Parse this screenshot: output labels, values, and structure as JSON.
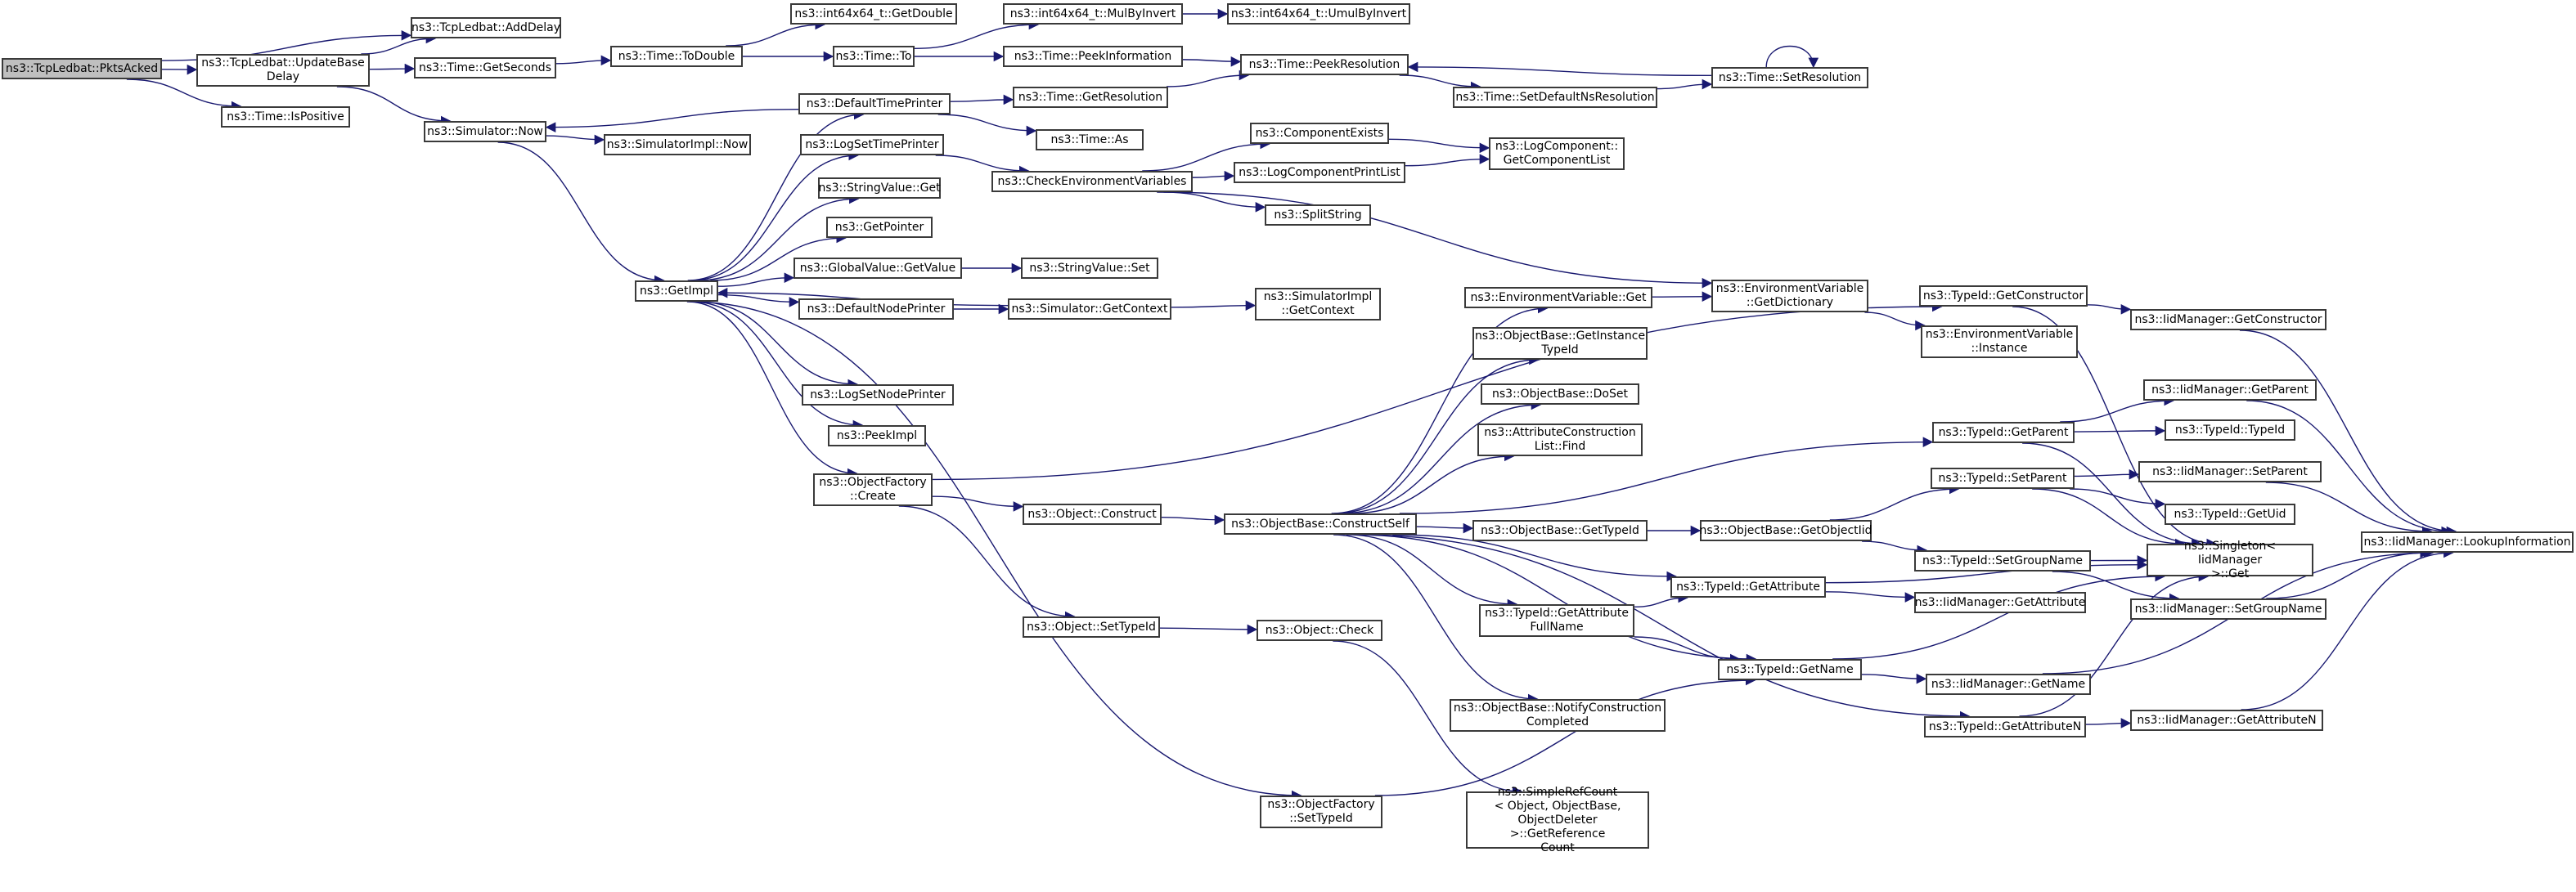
{
  "diagram": {
    "type": "call-graph",
    "root": "n1",
    "nodes": [
      {
        "id": "n1",
        "label": "ns3::TcpLedbat::PktsAcked"
      },
      {
        "id": "n2",
        "label": "ns3::TcpLedbat::AddDelay"
      },
      {
        "id": "n3",
        "label": "ns3::TcpLedbat::UpdateBase\nDelay"
      },
      {
        "id": "n4",
        "label": "ns3::Time::IsPositive"
      },
      {
        "id": "n5",
        "label": "ns3::Time::GetSeconds"
      },
      {
        "id": "n6",
        "label": "ns3::Simulator::Now"
      },
      {
        "id": "n7",
        "label": "ns3::Time::ToDouble"
      },
      {
        "id": "n8",
        "label": "ns3::int64x64_t::GetDouble"
      },
      {
        "id": "n9",
        "label": "ns3::Time::To"
      },
      {
        "id": "n10",
        "label": "ns3::int64x64_t::MulByInvert"
      },
      {
        "id": "n11",
        "label": "ns3::int64x64_t::UmulByInvert"
      },
      {
        "id": "n12",
        "label": "ns3::Time::PeekInformation"
      },
      {
        "id": "n13",
        "label": "ns3::Time::PeekResolution"
      },
      {
        "id": "n14",
        "label": "ns3::Time::SetResolution"
      },
      {
        "id": "n15",
        "label": "ns3::Time::SetDefaultNsResolution"
      },
      {
        "id": "n16",
        "label": "ns3::DefaultTimePrinter"
      },
      {
        "id": "n17",
        "label": "ns3::Time::GetResolution"
      },
      {
        "id": "n18",
        "label": "ns3::Time::As"
      },
      {
        "id": "n19",
        "label": "ns3::SimulatorImpl::Now"
      },
      {
        "id": "n20",
        "label": "ns3::GetImpl"
      },
      {
        "id": "n21",
        "label": "ns3::LogSetTimePrinter"
      },
      {
        "id": "n22",
        "label": "ns3::CheckEnvironmentVariables"
      },
      {
        "id": "n23",
        "label": "ns3::ComponentExists"
      },
      {
        "id": "n24",
        "label": "ns3::LogComponentPrintList"
      },
      {
        "id": "n25",
        "label": "ns3::LogComponent::\nGetComponentList"
      },
      {
        "id": "n26",
        "label": "ns3::SplitString"
      },
      {
        "id": "n27",
        "label": "ns3::StringValue::Get"
      },
      {
        "id": "n28",
        "label": "ns3::GetPointer"
      },
      {
        "id": "n29",
        "label": "ns3::GlobalValue::GetValue"
      },
      {
        "id": "n30",
        "label": "ns3::StringValue::Set"
      },
      {
        "id": "n31",
        "label": "ns3::DefaultNodePrinter"
      },
      {
        "id": "n32",
        "label": "ns3::Simulator::GetContext"
      },
      {
        "id": "n33",
        "label": "ns3::SimulatorImpl\n::GetContext"
      },
      {
        "id": "n34",
        "label": "ns3::LogSetNodePrinter"
      },
      {
        "id": "n35",
        "label": "ns3::PeekImpl"
      },
      {
        "id": "n36",
        "label": "ns3::ObjectFactory\n::Create"
      },
      {
        "id": "n37",
        "label": "ns3::Object::Construct"
      },
      {
        "id": "n38",
        "label": "ns3::ObjectBase::ConstructSelf"
      },
      {
        "id": "n39",
        "label": "ns3::Object::SetTypeId"
      },
      {
        "id": "n40",
        "label": "ns3::Object::Check"
      },
      {
        "id": "n41",
        "label": "ns3::ObjectFactory\n::SetTypeId"
      },
      {
        "id": "n42",
        "label": "ns3::EnvironmentVariable::Get"
      },
      {
        "id": "n43",
        "label": "ns3::EnvironmentVariable\n::GetDictionary"
      },
      {
        "id": "n44",
        "label": "ns3::EnvironmentVariable\n::Instance"
      },
      {
        "id": "n45",
        "label": "ns3::ObjectBase::GetInstance\nTypeId"
      },
      {
        "id": "n46",
        "label": "ns3::ObjectBase::DoSet"
      },
      {
        "id": "n47",
        "label": "ns3::AttributeConstruction\nList::Find"
      },
      {
        "id": "n48",
        "label": "ns3::ObjectBase::GetTypeId"
      },
      {
        "id": "n49",
        "label": "ns3::ObjectBase::GetObjectIid"
      },
      {
        "id": "n50",
        "label": "ns3::TypeId::GetAttribute\nFullName"
      },
      {
        "id": "n51",
        "label": "ns3::ObjectBase::NotifyConstruction\nCompleted"
      },
      {
        "id": "n52",
        "label": "ns3::SimpleRefCount\n< Object, ObjectBase,\nObjectDeleter >::GetReference\nCount"
      },
      {
        "id": "n53",
        "label": "ns3::TypeId::GetConstructor"
      },
      {
        "id": "n54",
        "label": "ns3::IidManager::GetConstructor"
      },
      {
        "id": "n55",
        "label": "ns3::TypeId::GetParent"
      },
      {
        "id": "n56",
        "label": "ns3::IidManager::GetParent"
      },
      {
        "id": "n57",
        "label": "ns3::TypeId::TypeId"
      },
      {
        "id": "n58",
        "label": "ns3::TypeId::SetParent"
      },
      {
        "id": "n59",
        "label": "ns3::IidManager::SetParent"
      },
      {
        "id": "n60",
        "label": "ns3::TypeId::GetUid"
      },
      {
        "id": "n61",
        "label": "ns3::TypeId::SetGroupName"
      },
      {
        "id": "n62",
        "label": "ns3::Singleton< IidManager\n>::Get"
      },
      {
        "id": "n63",
        "label": "ns3::TypeId::GetAttribute"
      },
      {
        "id": "n64",
        "label": "ns3::IidManager::GetAttribute"
      },
      {
        "id": "n65",
        "label": "ns3::IidManager::SetGroupName"
      },
      {
        "id": "n66",
        "label": "ns3::TypeId::GetName"
      },
      {
        "id": "n67",
        "label": "ns3::IidManager::GetName"
      },
      {
        "id": "n68",
        "label": "ns3::TypeId::GetAttributeN"
      },
      {
        "id": "n69",
        "label": "ns3::IidManager::GetAttributeN"
      },
      {
        "id": "n70",
        "label": "ns3::IidManager::LookupInformation"
      }
    ],
    "edges": [
      [
        "n1",
        "n2"
      ],
      [
        "n1",
        "n3"
      ],
      [
        "n1",
        "n4"
      ],
      [
        "n3",
        "n2"
      ],
      [
        "n3",
        "n5"
      ],
      [
        "n3",
        "n6"
      ],
      [
        "n5",
        "n7"
      ],
      [
        "n7",
        "n8"
      ],
      [
        "n7",
        "n9"
      ],
      [
        "n9",
        "n10"
      ],
      [
        "n9",
        "n12"
      ],
      [
        "n10",
        "n11"
      ],
      [
        "n12",
        "n13"
      ],
      [
        "n14",
        "n13"
      ],
      [
        "n14",
        "n14"
      ],
      [
        "n15",
        "n14"
      ],
      [
        "n16",
        "n6"
      ],
      [
        "n16",
        "n17"
      ],
      [
        "n16",
        "n18"
      ],
      [
        "n17",
        "n13"
      ],
      [
        "n13",
        "n15"
      ],
      [
        "n6",
        "n19"
      ],
      [
        "n6",
        "n20"
      ],
      [
        "n20",
        "n16"
      ],
      [
        "n20",
        "n21"
      ],
      [
        "n20",
        "n27"
      ],
      [
        "n20",
        "n28"
      ],
      [
        "n20",
        "n29"
      ],
      [
        "n20",
        "n31"
      ],
      [
        "n20",
        "n34"
      ],
      [
        "n20",
        "n35"
      ],
      [
        "n20",
        "n36"
      ],
      [
        "n20",
        "n41"
      ],
      [
        "n32",
        "n20"
      ],
      [
        "n21",
        "n22"
      ],
      [
        "n22",
        "n23"
      ],
      [
        "n22",
        "n24"
      ],
      [
        "n22",
        "n26"
      ],
      [
        "n22",
        "n43"
      ],
      [
        "n23",
        "n25"
      ],
      [
        "n24",
        "n25"
      ],
      [
        "n29",
        "n30"
      ],
      [
        "n31",
        "n32"
      ],
      [
        "n32",
        "n33"
      ],
      [
        "n36",
        "n37"
      ],
      [
        "n36",
        "n39"
      ],
      [
        "n36",
        "n53"
      ],
      [
        "n37",
        "n38"
      ],
      [
        "n39",
        "n40"
      ],
      [
        "n40",
        "n52"
      ],
      [
        "n41",
        "n66"
      ],
      [
        "n38",
        "n42"
      ],
      [
        "n38",
        "n45"
      ],
      [
        "n38",
        "n46"
      ],
      [
        "n38",
        "n47"
      ],
      [
        "n38",
        "n48"
      ],
      [
        "n38",
        "n50"
      ],
      [
        "n38",
        "n51"
      ],
      [
        "n38",
        "n55"
      ],
      [
        "n38",
        "n63"
      ],
      [
        "n38",
        "n66"
      ],
      [
        "n38",
        "n68"
      ],
      [
        "n42",
        "n43"
      ],
      [
        "n43",
        "n44"
      ],
      [
        "n48",
        "n49"
      ],
      [
        "n49",
        "n58"
      ],
      [
        "n49",
        "n61"
      ],
      [
        "n50",
        "n63"
      ],
      [
        "n50",
        "n66"
      ],
      [
        "n53",
        "n54"
      ],
      [
        "n53",
        "n62"
      ],
      [
        "n55",
        "n56"
      ],
      [
        "n55",
        "n57"
      ],
      [
        "n55",
        "n62"
      ],
      [
        "n58",
        "n59"
      ],
      [
        "n58",
        "n60"
      ],
      [
        "n58",
        "n62"
      ],
      [
        "n61",
        "n62"
      ],
      [
        "n61",
        "n65"
      ],
      [
        "n63",
        "n62"
      ],
      [
        "n63",
        "n64"
      ],
      [
        "n66",
        "n62"
      ],
      [
        "n66",
        "n67"
      ],
      [
        "n68",
        "n62"
      ],
      [
        "n68",
        "n69"
      ],
      [
        "n54",
        "n70"
      ],
      [
        "n56",
        "n70"
      ],
      [
        "n59",
        "n70"
      ],
      [
        "n65",
        "n70"
      ],
      [
        "n67",
        "n70"
      ],
      [
        "n69",
        "n70"
      ]
    ]
  }
}
